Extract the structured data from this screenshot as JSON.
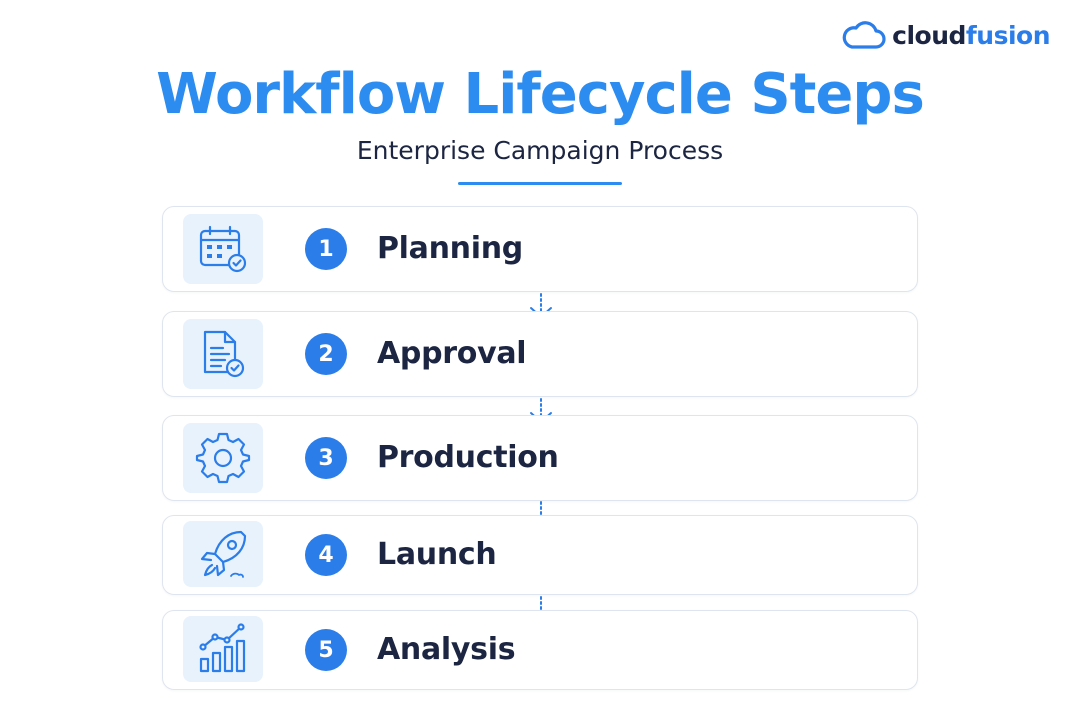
{
  "brand": {
    "name_part1": "cloud",
    "name_part2": "fusion",
    "icon": "cloud-icon",
    "color": "#2b7de9"
  },
  "header": {
    "title": "Workflow Lifecycle Steps",
    "subtitle": "Enterprise Campaign Process"
  },
  "colors": {
    "accent": "#2d8cf0",
    "text": "#1c2541",
    "tile_bg": "#e8f2fd",
    "border": "#dfe5ee"
  },
  "steps": [
    {
      "number": "1",
      "label": "Planning",
      "icon": "calendar-check-icon"
    },
    {
      "number": "2",
      "label": "Approval",
      "icon": "document-check-icon"
    },
    {
      "number": "3",
      "label": "Production",
      "icon": "gear-icon"
    },
    {
      "number": "4",
      "label": "Launch",
      "icon": "rocket-icon"
    },
    {
      "number": "5",
      "label": "Analysis",
      "icon": "bar-chart-trend-icon"
    }
  ],
  "connector_icon": "dotted-arrow-down-icon"
}
